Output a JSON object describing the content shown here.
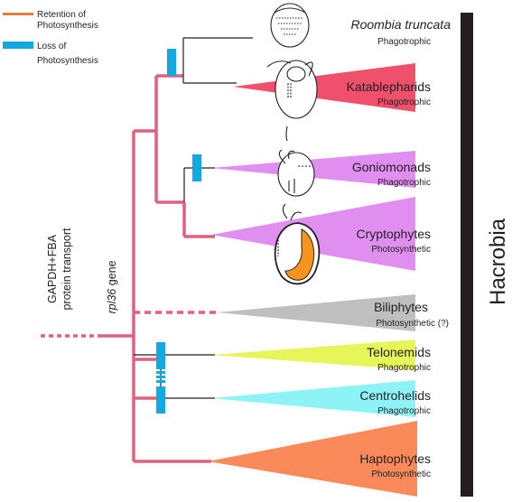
{
  "legend": {
    "retention": {
      "label_line1": "Retention of",
      "label_line2": "Photosynthesis",
      "color": "#e87b3c"
    },
    "loss": {
      "label_line1": "Loss of",
      "label_line2": "Photosynthesis",
      "color": "#12a8e0"
    }
  },
  "root_annotation": {
    "line1": "GAPDH+FBA",
    "line2": "protein transport"
  },
  "node_annotation": {
    "gene_italic": "rpl36",
    "gene_rest": " gene"
  },
  "clade_bar": {
    "label": "Hacrobia",
    "color": "#231f20"
  },
  "branch_color": "#e0607e",
  "taxa": [
    {
      "name": "Roombia truncata",
      "italic": true,
      "lifestyle": "Phagotrophic",
      "color": ""
    },
    {
      "name": "Katablepharids",
      "italic": false,
      "lifestyle": "Phagotrophic",
      "color": "#f0506c"
    },
    {
      "name": "Goniomonads",
      "italic": false,
      "lifestyle": "Phagotrophic",
      "color": "#e08ef0"
    },
    {
      "name": "Cryptophytes",
      "italic": false,
      "lifestyle": "Photosynthetic",
      "color": "#e08ef0"
    },
    {
      "name": "Biliphytes",
      "italic": false,
      "lifestyle": "Photosynthetic (?)",
      "color": "#bfbfbf"
    },
    {
      "name": "Telonemids",
      "italic": false,
      "lifestyle": "Phagotrophic",
      "color": "#e5f55a"
    },
    {
      "name": "Centrohelids",
      "italic": false,
      "lifestyle": "Phagotrophic",
      "color": "#8ef3f7"
    },
    {
      "name": "Haptophytes",
      "italic": false,
      "lifestyle": "Photosynthetic",
      "color": "#fb8a5a"
    }
  ]
}
